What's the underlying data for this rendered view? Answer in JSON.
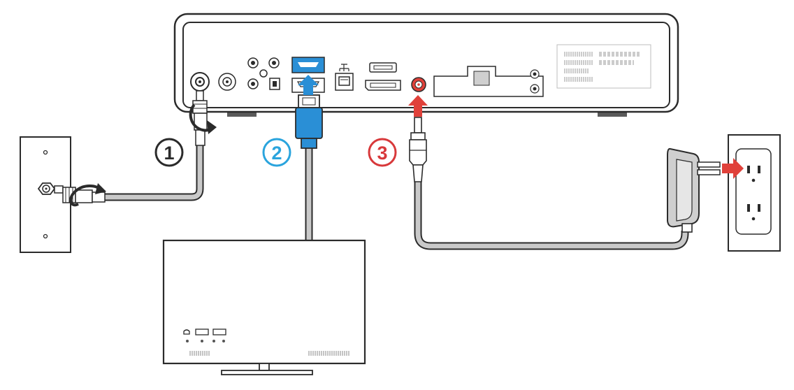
{
  "steps": [
    {
      "number": "1",
      "color": "#2b2b2b"
    },
    {
      "number": "2",
      "color": "#2aa4dd"
    },
    {
      "number": "3",
      "color": "#d8393b"
    }
  ],
  "colors": {
    "outline": "#2b2b2b",
    "cable_fill": "#c9c9c9",
    "hdmi_blue": "#2a8fd6",
    "power_red": "#e0413a",
    "feet": "#5a5a5a"
  },
  "icons": {
    "coax_wall_plate": "coax-wall-plate-icon",
    "set_top_box": "set-top-box-icon",
    "tv": "tv-icon",
    "power_outlet": "power-outlet-icon",
    "power_adapter": "power-adapter-icon"
  }
}
